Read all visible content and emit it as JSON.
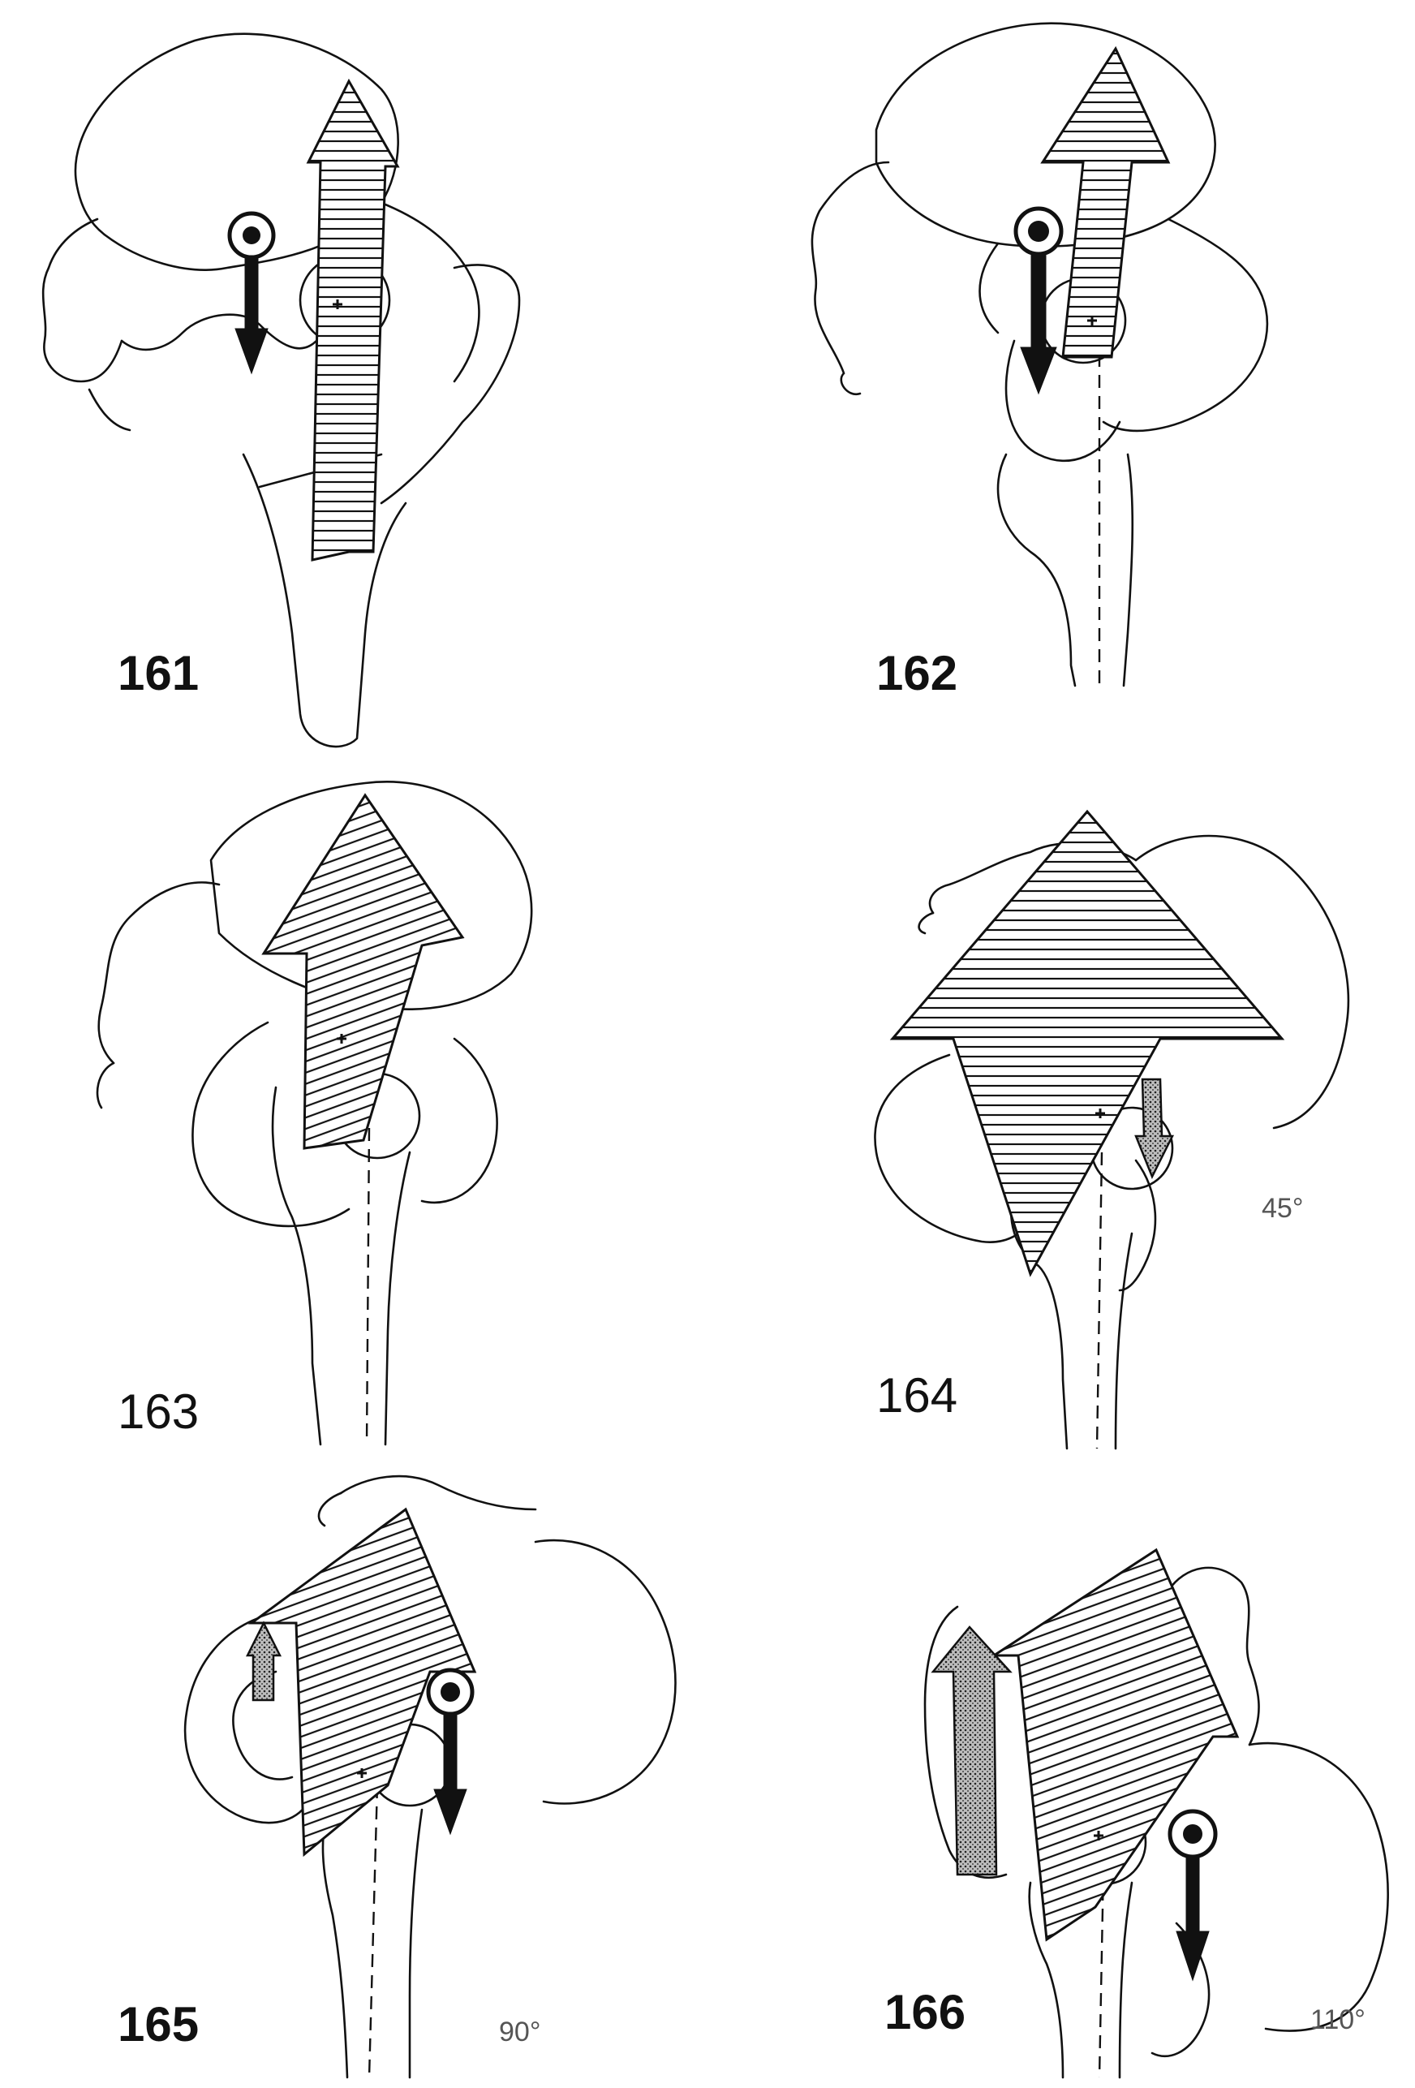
{
  "figures": [
    {
      "number": "161",
      "angle": ""
    },
    {
      "number": "162",
      "angle": ""
    },
    {
      "number": "163",
      "angle": ""
    },
    {
      "number": "164",
      "angle": "45°"
    },
    {
      "number": "165",
      "angle": "90°"
    },
    {
      "number": "166",
      "angle": "110°"
    }
  ]
}
